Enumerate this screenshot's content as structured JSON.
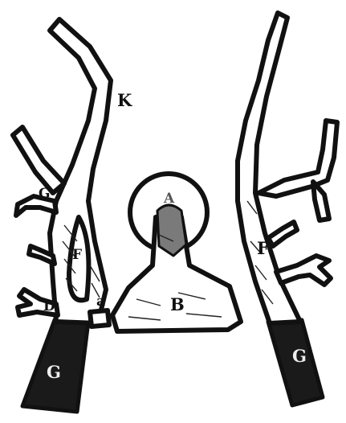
{
  "labels": {
    "K": "K",
    "A": "A",
    "B": "B",
    "F_left": "F",
    "F_right": "F",
    "G_left_upper": "G",
    "G_left_lower": "G",
    "G_right_lower": "G",
    "D": "D",
    "a": "a"
  },
  "colors": {
    "ink": "#111111",
    "paper": "#ffffff"
  }
}
